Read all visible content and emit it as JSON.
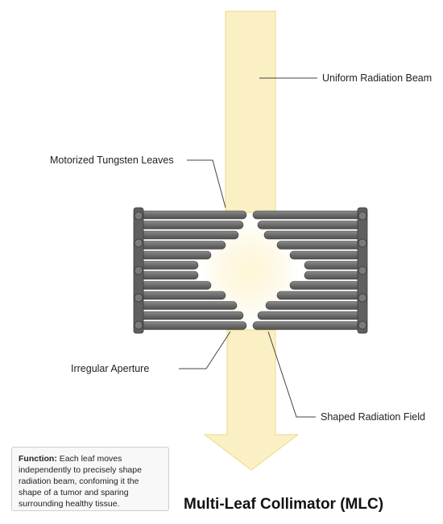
{
  "labels": {
    "beam": "Uniform Radiation Beam",
    "leaves": "Motorized Tungsten Leaves",
    "aperture": "Irregular Aperture",
    "field": "Shaped Radiation Field"
  },
  "function_note": {
    "heading": "Function:",
    "text": "Each leaf moves independently to precisely shape radiation beam, confoming it the shape of a tumor and sparing surrounding healthy tissue."
  },
  "title": "Multi-Leaf Collimator (MLC)",
  "colors": {
    "beam_fill": "#faf0c4",
    "beam_stroke": "#ecd98a",
    "leaf": "#6f6f6f",
    "leaf_dark": "#555555",
    "leader": "#444444"
  }
}
